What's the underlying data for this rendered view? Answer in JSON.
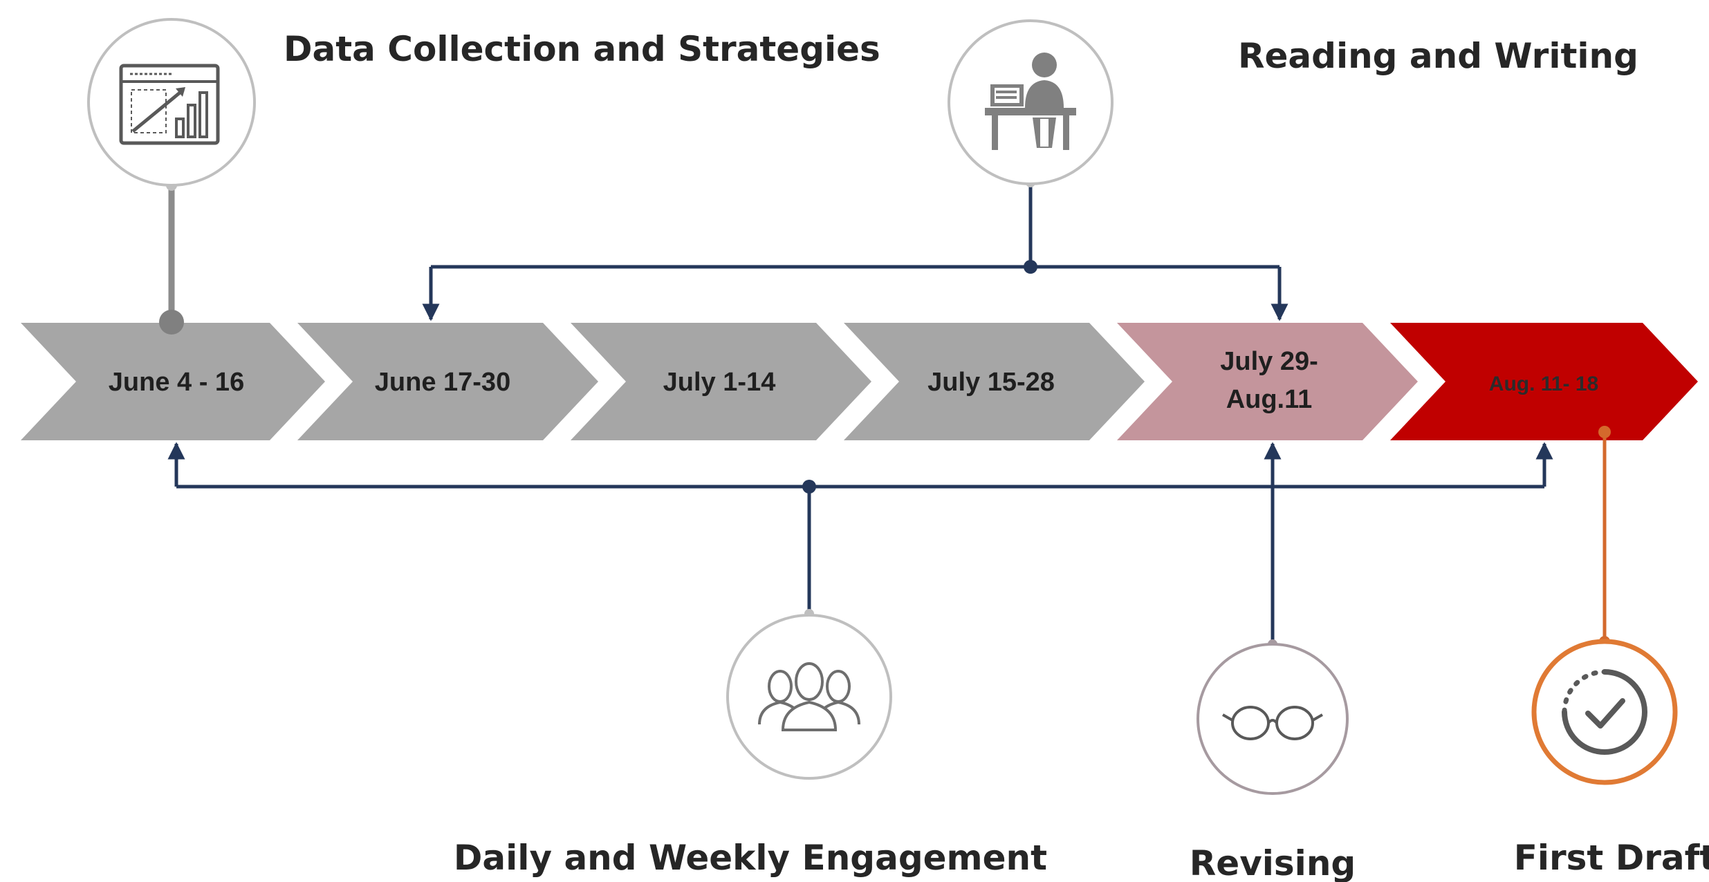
{
  "colors": {
    "chevron_grey": "#a6a6a6",
    "chevron_pink": "#c4959c",
    "chevron_red": "#c00000",
    "connector_navy": "#24375a",
    "connector_grey": "#8c8c8c",
    "connector_orange": "#d4692c",
    "icon_ring_grey": "#bfbfbf",
    "icon_ring_orange": "#e07a34",
    "text_dark": "#1f1f1f"
  },
  "timeline": {
    "chevrons": [
      {
        "label": "June 4 - 16",
        "color": "#a6a6a6"
      },
      {
        "label": "June 17-30",
        "color": "#a6a6a6"
      },
      {
        "label": "July 1-14",
        "color": "#a6a6a6"
      },
      {
        "label": "July 15-28",
        "color": "#a6a6a6"
      },
      {
        "label_line1": "July 29-",
        "label_line2": "Aug.11",
        "color": "#c4959c"
      },
      {
        "label": "Aug. 11-  18",
        "color": "#c00000"
      }
    ]
  },
  "milestones": {
    "data_collection": {
      "title": "Data Collection and Strategies",
      "icon": "chart-growth-icon"
    },
    "reading_writing": {
      "title": "Reading and Writing",
      "icon": "person-at-desk-icon"
    },
    "engagement": {
      "title": "Daily and Weekly  Engagement",
      "icon": "group-people-icon"
    },
    "revising": {
      "title": "Revising",
      "icon": "eyeglasses-icon"
    },
    "first_draft": {
      "title": "First Draft",
      "icon": "check-circle-icon"
    }
  }
}
